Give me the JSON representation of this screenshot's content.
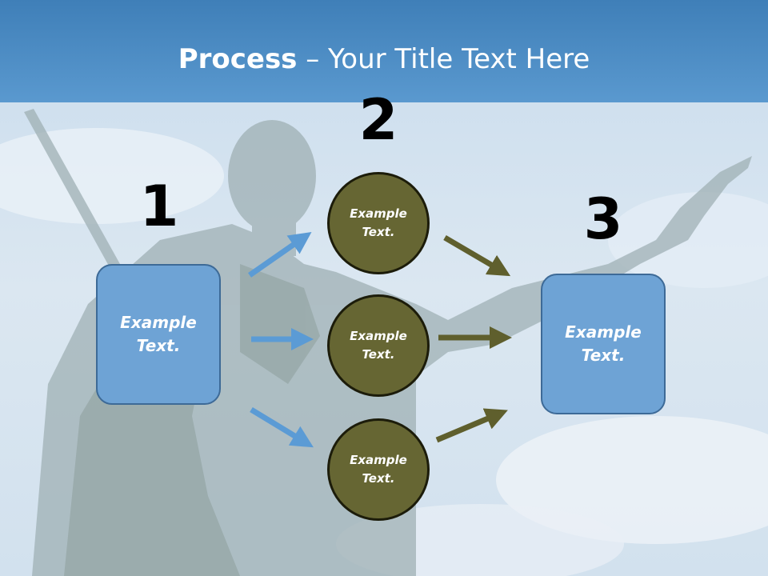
{
  "title": {
    "bold": "Process",
    "rest": " – Your Title Text Here"
  },
  "steps": [
    {
      "number": "1",
      "box_text": "Example Text."
    },
    {
      "number": "2",
      "circles": [
        "Example Text.",
        "Example Text.",
        "Example Text."
      ]
    },
    {
      "number": "3",
      "box_text": "Example Text."
    }
  ],
  "colors": {
    "title_bar": "#4a8ac4",
    "box_fill": "#6ea3d5",
    "circle_fill": "#666633",
    "blue_arrow": "#5b9bd5",
    "olive_arrow": "#5f5f2d"
  }
}
